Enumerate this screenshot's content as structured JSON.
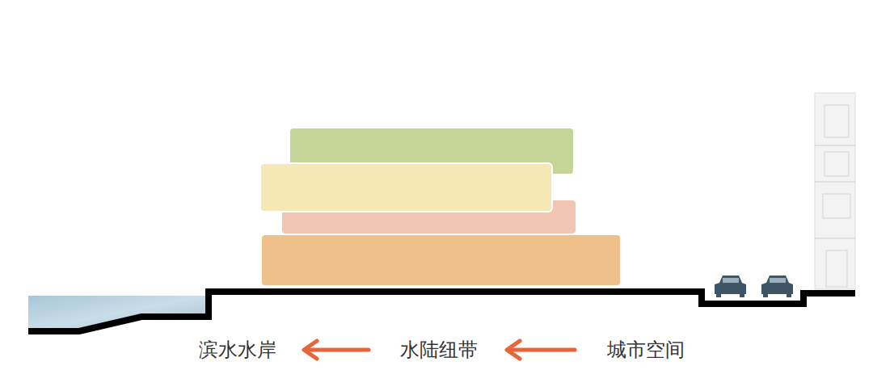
{
  "diagram": {
    "labels": [
      "滨水水岸",
      "水陆纽带",
      "城市空间"
    ]
  }
}
